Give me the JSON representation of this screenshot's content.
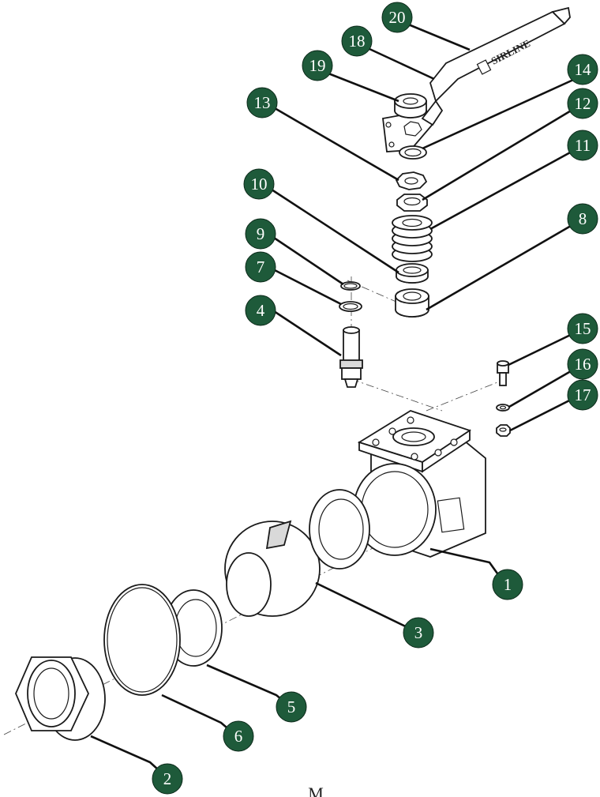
{
  "colors": {
    "callout_fill": "#1e5a3a",
    "callout_text": "#ffffff",
    "line": "#111111"
  },
  "handle_brand": "SIRLINE",
  "bottom_text": "M",
  "callouts": [
    {
      "label": "20"
    },
    {
      "label": "18"
    },
    {
      "label": "19"
    },
    {
      "label": "14"
    },
    {
      "label": "13"
    },
    {
      "label": "12"
    },
    {
      "label": "11"
    },
    {
      "label": "10"
    },
    {
      "label": "9"
    },
    {
      "label": "7"
    },
    {
      "label": "8"
    },
    {
      "label": "4"
    },
    {
      "label": "15"
    },
    {
      "label": "16"
    },
    {
      "label": "17"
    },
    {
      "label": "1"
    },
    {
      "label": "3"
    },
    {
      "label": "5"
    },
    {
      "label": "6"
    },
    {
      "label": "2"
    }
  ]
}
